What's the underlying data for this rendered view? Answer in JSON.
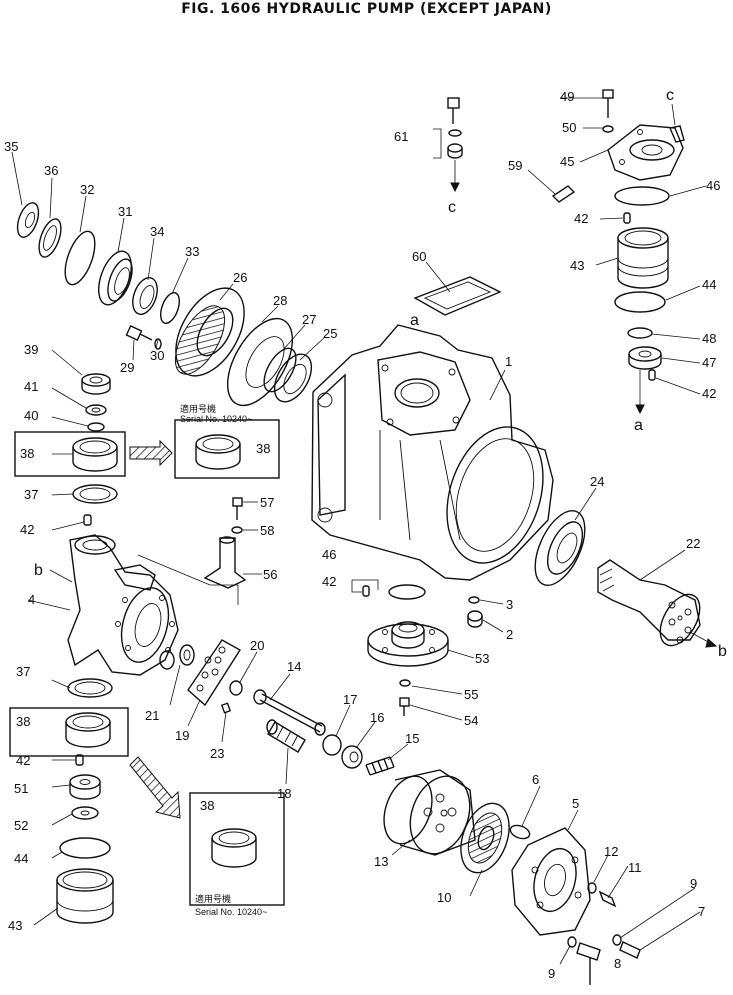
{
  "title": "FIG. 1606  HYDRAULIC PUMP (EXCEPT JAPAN)",
  "serial_note": {
    "kanji": "適用号機",
    "serial": "Serial No. 10240~"
  },
  "ref_letters": {
    "a": "a",
    "b": "b",
    "c": "c"
  },
  "part_numbers": [
    "1",
    "2",
    "3",
    "4",
    "5",
    "6",
    "7",
    "8",
    "9",
    "10",
    "11",
    "12",
    "13",
    "14",
    "15",
    "16",
    "17",
    "18",
    "19",
    "20",
    "21",
    "22",
    "23",
    "24",
    "25",
    "26",
    "27",
    "28",
    "29",
    "30",
    "31",
    "32",
    "33",
    "34",
    "35",
    "36",
    "37",
    "38",
    "39",
    "40",
    "41",
    "42",
    "43",
    "44",
    "45",
    "46",
    "47",
    "48",
    "49",
    "50",
    "51",
    "52",
    "53",
    "54",
    "55",
    "56",
    "57",
    "58",
    "59",
    "60",
    "61"
  ]
}
